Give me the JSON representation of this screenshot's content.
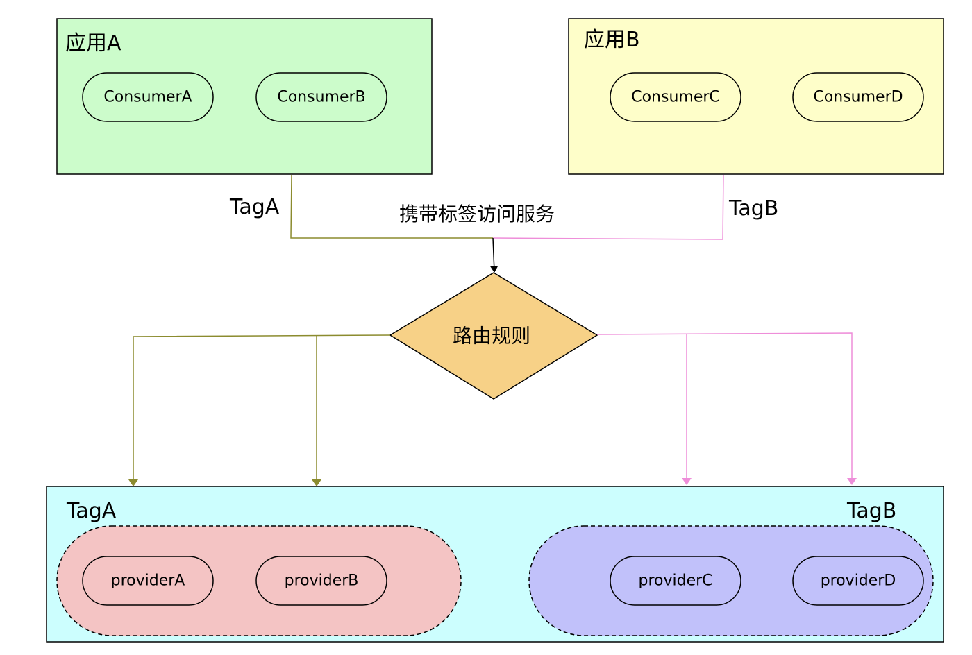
{
  "apps": [
    {
      "title": "应用A",
      "tag": "TagA",
      "fill": "#ccfccb",
      "consumers": [
        "ConsumerA",
        "ConsumerB"
      ]
    },
    {
      "title": "应用B",
      "tag": "TagB",
      "fill": "#fefec9",
      "consumers": [
        "ConsumerC",
        "ConsumerD"
      ]
    }
  ],
  "edge_label": "携带标签访问服务",
  "router": {
    "label": "路由规则",
    "fill": "#f7d187"
  },
  "provider_pool": {
    "fill": "#ccfefe",
    "groups": [
      {
        "tag": "TagA",
        "fill": "#f4c4c4",
        "providers": [
          "providerA",
          "providerB"
        ]
      },
      {
        "tag": "TagB",
        "fill": "#c1c1fa",
        "providers": [
          "providerC",
          "providerD"
        ]
      }
    ]
  },
  "colors": {
    "tagA_line": "#8b8b2e",
    "tagB_line": "#ee8ed9",
    "merge_arrow": "#000000"
  }
}
